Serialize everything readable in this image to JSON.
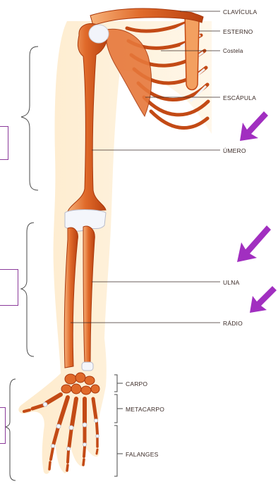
{
  "labels": {
    "clavicula": "CLAVÍCULA",
    "esterno": "ESTERNO",
    "costela": "Costela",
    "escapula": "ESCÁPULA",
    "umero": "ÚMERO",
    "ulna": "ULNA",
    "radio": "RÁDIO",
    "carpo": "CARPO",
    "metacarpo": "METACARPO",
    "falanges": "FALANGES"
  },
  "colors": {
    "bone": "#d9581e",
    "bone_light": "#f0a56a",
    "cartilage": "#f4f6fb",
    "skin": "#fbe8c8",
    "arrow": "#a12fc0",
    "bracket": "#4a4a4a",
    "box": "#8b3a9a"
  }
}
